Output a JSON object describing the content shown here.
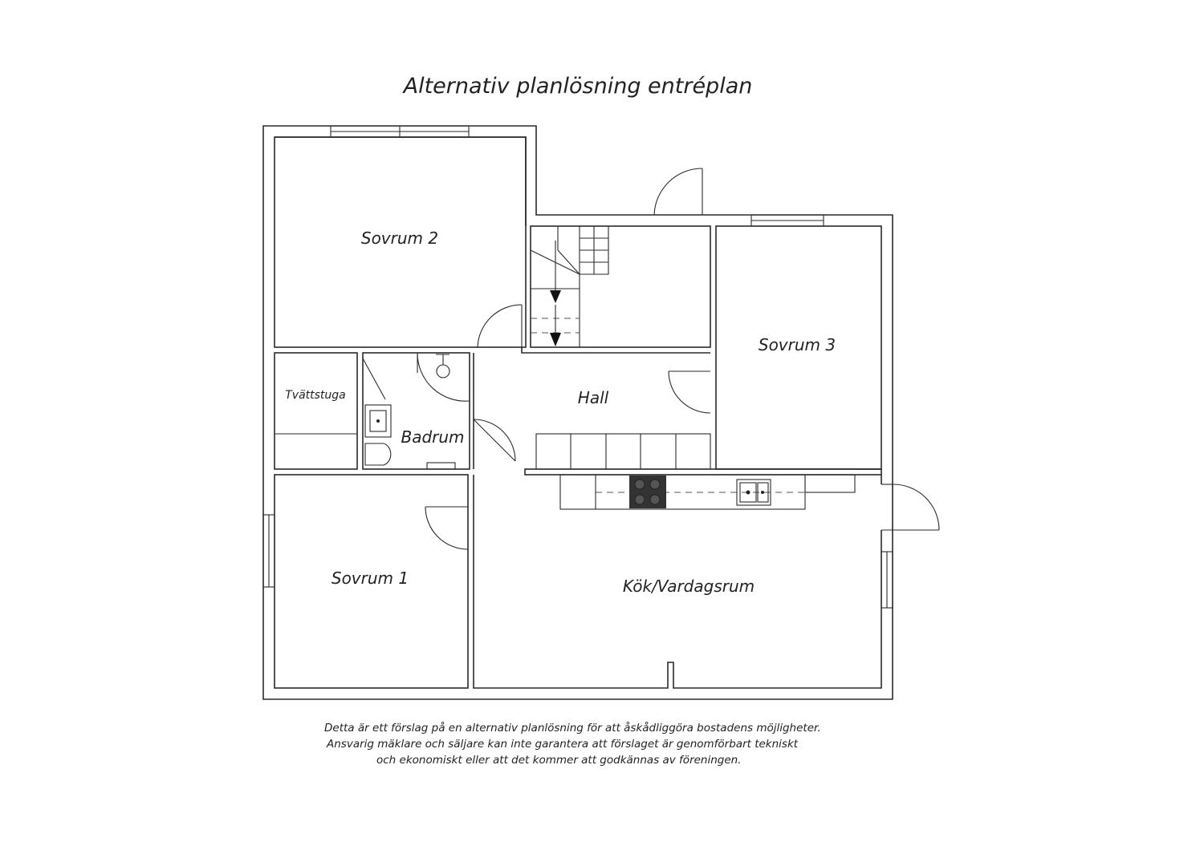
{
  "title": "Alternativ planlösning entréplan",
  "rooms": {
    "sovrum2": "Sovrum 2",
    "sovrum3": "Sovrum 3",
    "hall": "Hall",
    "tvattstuga": "Tvättstuga",
    "badrum": "Badrum",
    "sovrum1": "Sovrum 1",
    "kok_vardagsrum": "Kök/Vardagsrum"
  },
  "disclaimer": [
    "Detta är ett förslag på en alternativ planlösning för att åskådliggöra bostadens möjligheter.",
    "Ansvarig mäklare och säljare kan inte garantera att förslaget är genomförbart tekniskt",
    "och ekonomiskt eller att det kommer att godkännas av föreningen."
  ]
}
